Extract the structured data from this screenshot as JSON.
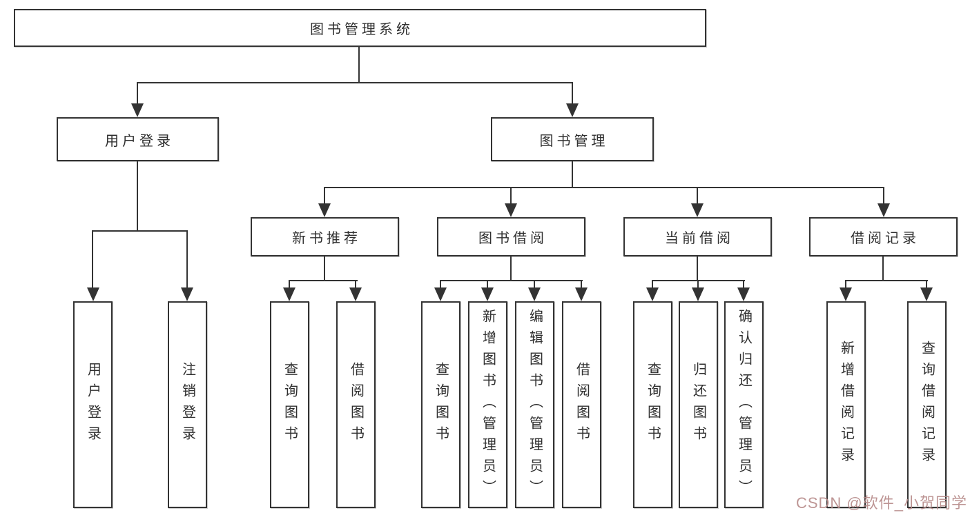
{
  "colors": {
    "line": "#333333",
    "box_background": "#ffffff",
    "text": "#2f2f2f",
    "watermark": "#b68a88",
    "page_background": "#ffffff"
  },
  "watermark": {
    "text": "CSDN @软件_小贺同学"
  },
  "tree": {
    "root": {
      "label": "图书管理系统"
    },
    "branches": [
      {
        "label": "用户登录",
        "children": [
          {
            "label": "用户登录"
          },
          {
            "label": "注销登录"
          }
        ]
      },
      {
        "label": "图书管理",
        "children": [
          {
            "label": "新书推荐",
            "children": [
              {
                "label": "查询图书"
              },
              {
                "label": "借阅图书"
              }
            ]
          },
          {
            "label": "图书借阅",
            "children": [
              {
                "label": "查询图书"
              },
              {
                "label": "新增图书（管理员）"
              },
              {
                "label": "编辑图书（管理员）"
              },
              {
                "label": "借阅图书"
              }
            ]
          },
          {
            "label": "当前借阅",
            "children": [
              {
                "label": "查询图书"
              },
              {
                "label": "归还图书"
              },
              {
                "label": "确认归还（管理员）"
              }
            ]
          },
          {
            "label": "借阅记录",
            "children": [
              {
                "label": "新增借阅记录"
              },
              {
                "label": "查询借阅记录"
              }
            ]
          }
        ]
      }
    ]
  }
}
